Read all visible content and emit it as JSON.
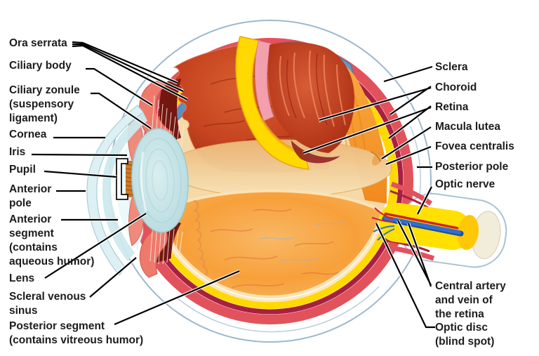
{
  "figure": {
    "kind": "labeled anatomical cross-section of the human eye"
  },
  "colors": {
    "background": "#ffffff",
    "label_text": "#1c1c1c",
    "leader_line": "#000000",
    "capsule_outline": "#9db8cd",
    "sclera_interior_blue": "#5e93c3",
    "choroid_red": "#e2525c",
    "choroid_dark": "#a82040",
    "retina_yellow": "#ffd900",
    "vitreous_orange": "#f7a743",
    "choroid_dome": "#c64420",
    "lens_blue": "#c9e4e6",
    "iris_salmon": "#ee7a6c",
    "optic_vein_blue": "#2e6fce",
    "optic_artery_red": "#d22227"
  },
  "labels": {
    "left": [
      {
        "id": "ora-serrata",
        "text": "Ora serrata"
      },
      {
        "id": "ciliary-body",
        "text": "Ciliary body"
      },
      {
        "id": "ciliary-zonule",
        "text": "Ciliary zonule\n(suspensory\nligament)"
      },
      {
        "id": "cornea",
        "text": "Cornea"
      },
      {
        "id": "iris",
        "text": "Iris"
      },
      {
        "id": "pupil",
        "text": "Pupil"
      },
      {
        "id": "anterior-pole",
        "text": "Anterior\npole"
      },
      {
        "id": "anterior-segment",
        "text": "Anterior\nsegment\n(contains\naqueous humor)"
      },
      {
        "id": "lens",
        "text": "Lens"
      },
      {
        "id": "scleral-venous-sinus",
        "text": "Scleral venous\nsinus"
      },
      {
        "id": "posterior-segment",
        "text": "Posterior segment\n(contains vitreous humor)"
      }
    ],
    "right": [
      {
        "id": "sclera",
        "text": "Sclera"
      },
      {
        "id": "choroid",
        "text": "Choroid"
      },
      {
        "id": "retina",
        "text": "Retina"
      },
      {
        "id": "macula-lutea",
        "text": "Macula lutea"
      },
      {
        "id": "fovea-centralis",
        "text": "Fovea centralis"
      },
      {
        "id": "posterior-pole",
        "text": "Posterior pole"
      },
      {
        "id": "optic-nerve",
        "text": "Optic nerve"
      },
      {
        "id": "central-artery-vein",
        "text": "Central artery\nand vein of\nthe retina"
      },
      {
        "id": "optic-disc",
        "text": "Optic disc\n(blind spot)"
      }
    ]
  }
}
